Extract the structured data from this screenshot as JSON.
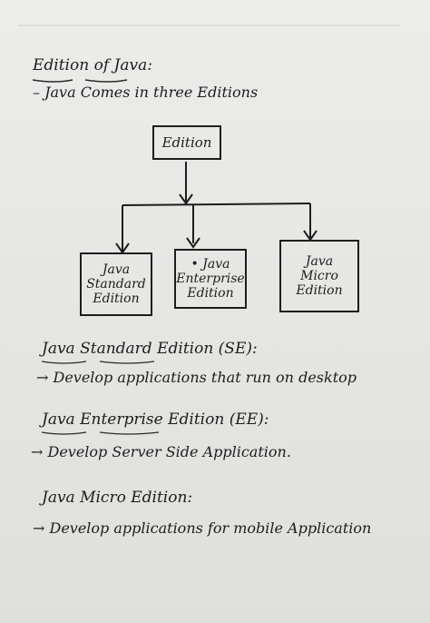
{
  "notes": {
    "title": "Edition of Java:",
    "intro": "– Java Comes in three Editions",
    "diagram": {
      "root": "Edition",
      "children": [
        {
          "label_lines": [
            "Java",
            "Standard",
            "Edition"
          ]
        },
        {
          "label_lines": [
            "• Java",
            "Enterprise",
            "Edition"
          ]
        },
        {
          "label_lines": [
            "Java",
            "Micro",
            "Edition"
          ]
        }
      ]
    },
    "sections": [
      {
        "heading": "Java Standard Edition (SE):",
        "detail": "→ Develop applications that run on desktop"
      },
      {
        "heading": "Java Enterprise Edition (EE):",
        "detail": "→ Develop Server Side Application."
      },
      {
        "heading": "Java Micro Edition:",
        "detail": "→ Develop applications for mobile Application"
      }
    ]
  }
}
